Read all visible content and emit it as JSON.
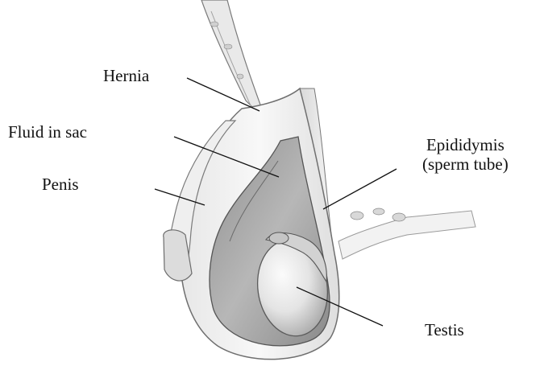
{
  "labels": {
    "hernia": "Hernia",
    "fluid": "Fluid in sac",
    "penis": "Penis",
    "epididymis_line1": "Epididymis",
    "epididymis_line2": "(sperm tube)",
    "testis": "Testis"
  }
}
